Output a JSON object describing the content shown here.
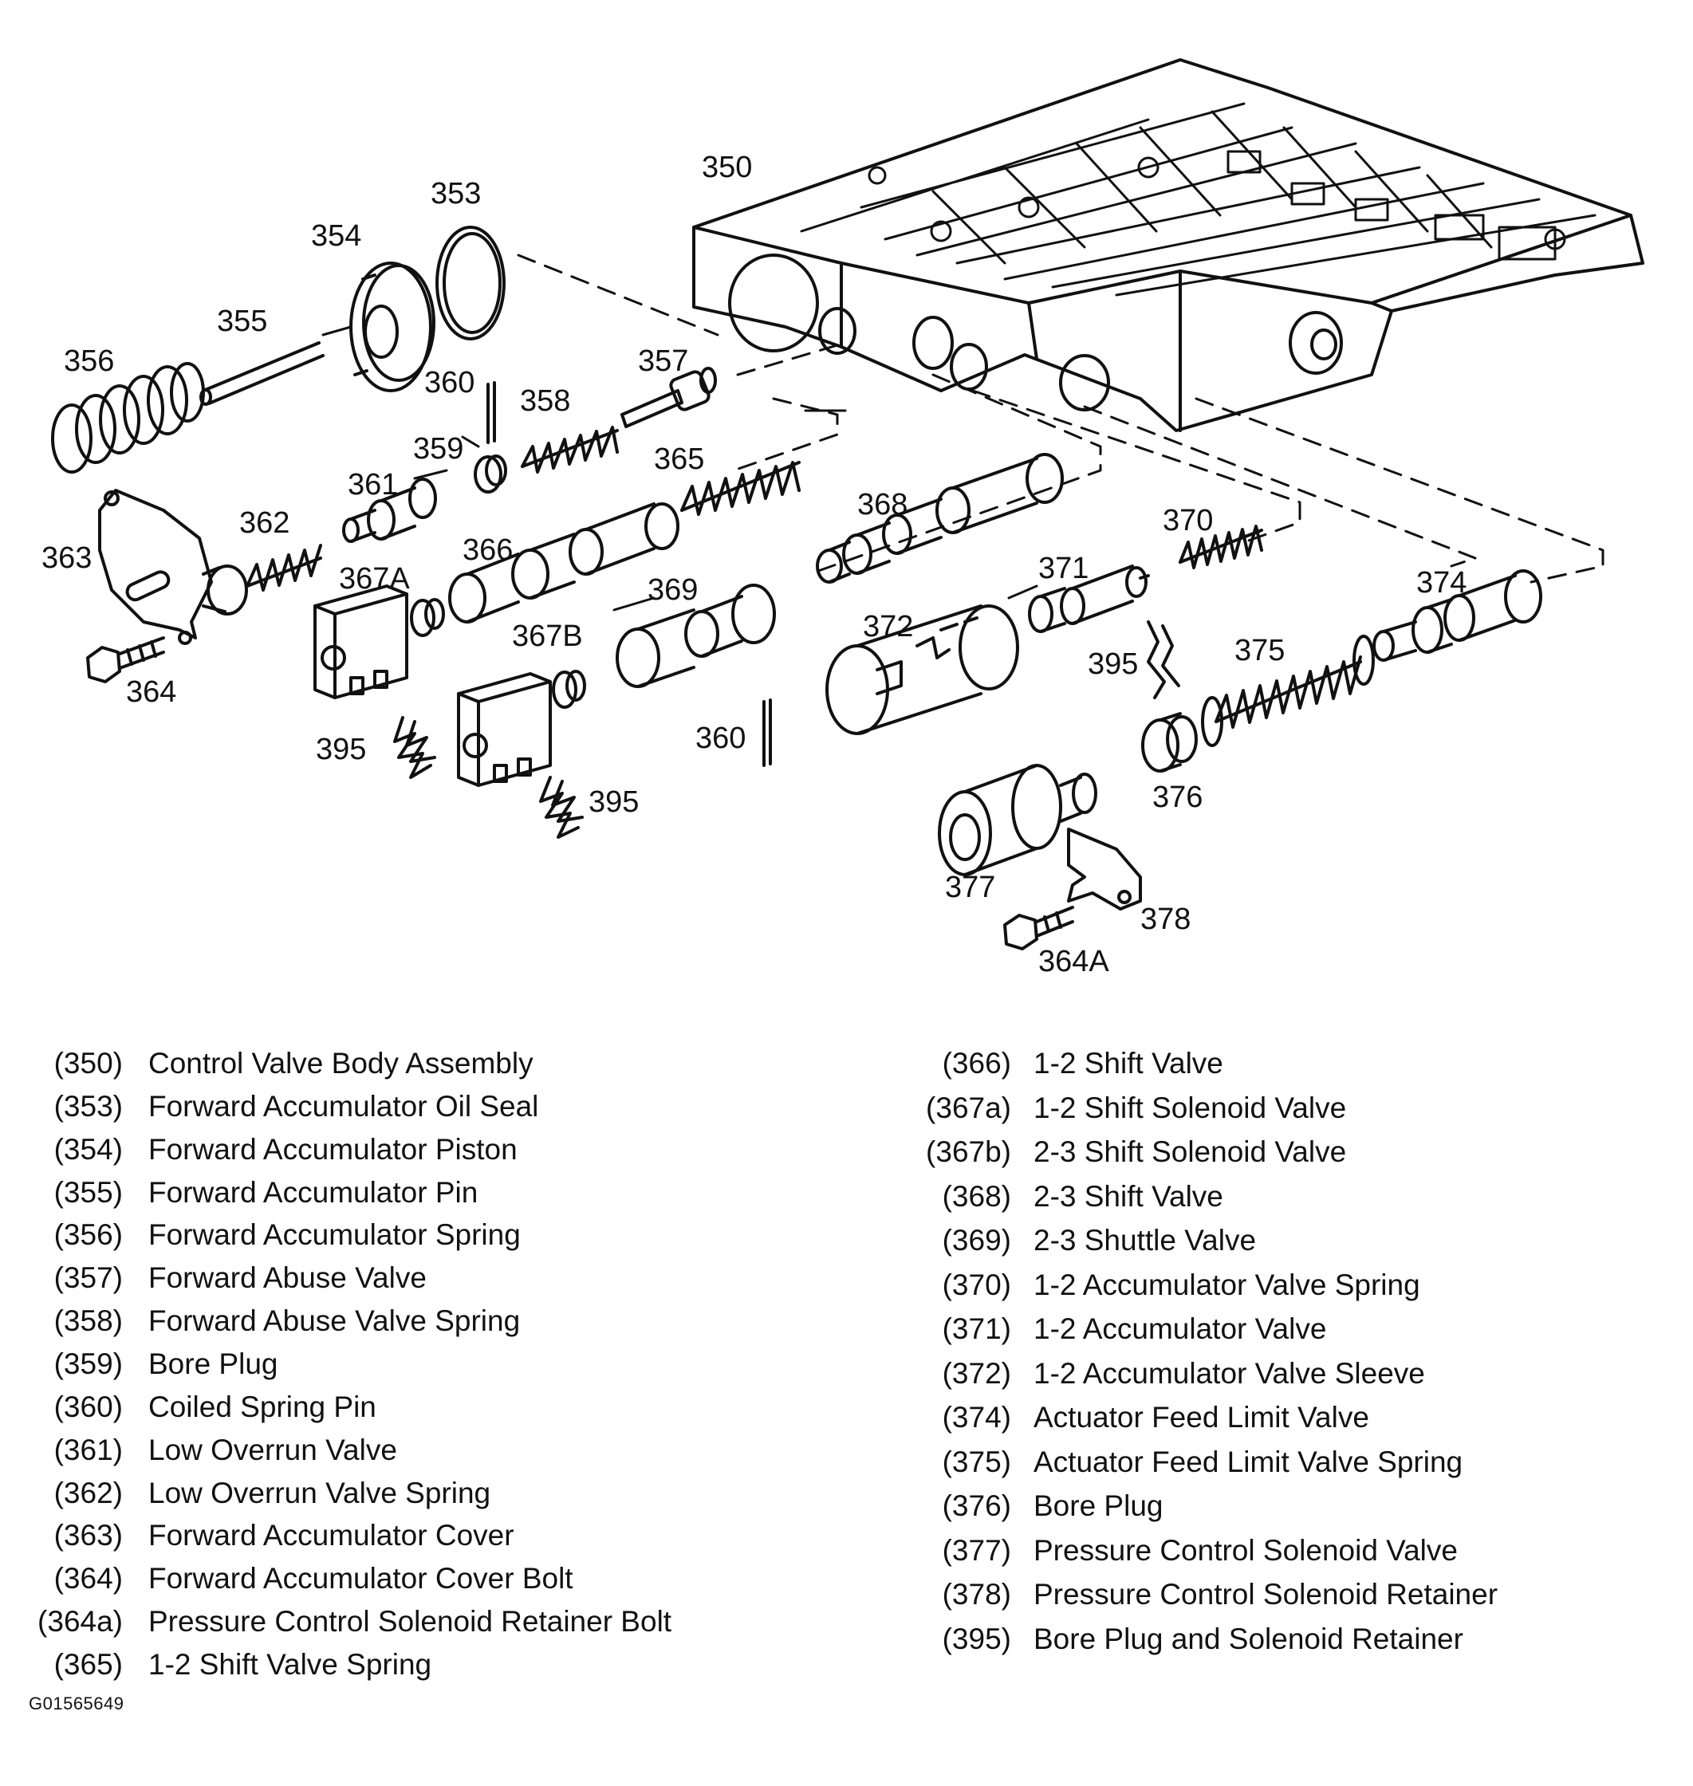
{
  "callouts": {
    "c350": "350",
    "c353": "353",
    "c354": "354",
    "c355": "355",
    "c356": "356",
    "c357": "357",
    "c358": "358",
    "c359": "359",
    "c360a": "360",
    "c360b": "360",
    "c361": "361",
    "c362": "362",
    "c363": "363",
    "c364": "364",
    "c364A": "364A",
    "c365": "365",
    "c366": "366",
    "c367A": "367A",
    "c367B": "367B",
    "c368": "368",
    "c369": "369",
    "c370": "370",
    "c371": "371",
    "c372": "372",
    "c374": "374",
    "c375": "375",
    "c376": "376",
    "c377": "377",
    "c378": "378",
    "c395a": "395",
    "c395b": "395",
    "c395c": "395"
  },
  "legend": {
    "left": [
      {
        "ref": "(350)",
        "desc": "Control Valve Body Assembly"
      },
      {
        "ref": "(353)",
        "desc": "Forward Accumulator Oil Seal"
      },
      {
        "ref": "(354)",
        "desc": "Forward Accumulator Piston"
      },
      {
        "ref": "(355)",
        "desc": "Forward Accumulator Pin"
      },
      {
        "ref": "(356)",
        "desc": "Forward Accumulator Spring"
      },
      {
        "ref": "(357)",
        "desc": "Forward Abuse Valve"
      },
      {
        "ref": "(358)",
        "desc": "Forward Abuse Valve Spring"
      },
      {
        "ref": "(359)",
        "desc": "Bore Plug"
      },
      {
        "ref": "(360)",
        "desc": "Coiled Spring Pin"
      },
      {
        "ref": "(361)",
        "desc": "Low Overrun Valve"
      },
      {
        "ref": "(362)",
        "desc": "Low Overrun Valve Spring"
      },
      {
        "ref": "(363)",
        "desc": "Forward Accumulator Cover"
      },
      {
        "ref": "(364)",
        "desc": "Forward Accumulator Cover Bolt"
      },
      {
        "ref": "(364a)",
        "desc": "Pressure Control Solenoid Retainer Bolt"
      },
      {
        "ref": "(365)",
        "desc": "1-2 Shift Valve Spring"
      }
    ],
    "right": [
      {
        "ref": "(366)",
        "desc": "1-2 Shift Valve"
      },
      {
        "ref": "(367a)",
        "desc": "1-2 Shift Solenoid Valve"
      },
      {
        "ref": "(367b)",
        "desc": "2-3 Shift Solenoid Valve"
      },
      {
        "ref": "(368)",
        "desc": "2-3 Shift Valve"
      },
      {
        "ref": "(369)",
        "desc": "2-3 Shuttle Valve"
      },
      {
        "ref": "(370)",
        "desc": "1-2 Accumulator Valve Spring"
      },
      {
        "ref": "(371)",
        "desc": "1-2 Accumulator Valve"
      },
      {
        "ref": "(372)",
        "desc": "1-2 Accumulator Valve Sleeve"
      },
      {
        "ref": "(374)",
        "desc": "Actuator Feed Limit Valve"
      },
      {
        "ref": "(375)",
        "desc": "Actuator Feed Limit Valve Spring"
      },
      {
        "ref": "(376)",
        "desc": "Bore Plug"
      },
      {
        "ref": "(377)",
        "desc": "Pressure Control Solenoid Valve"
      },
      {
        "ref": "(378)",
        "desc": "Pressure Control Solenoid Retainer"
      },
      {
        "ref": "(395)",
        "desc": "Bore Plug and Solenoid Retainer"
      }
    ]
  },
  "figure_id": "G01565649"
}
